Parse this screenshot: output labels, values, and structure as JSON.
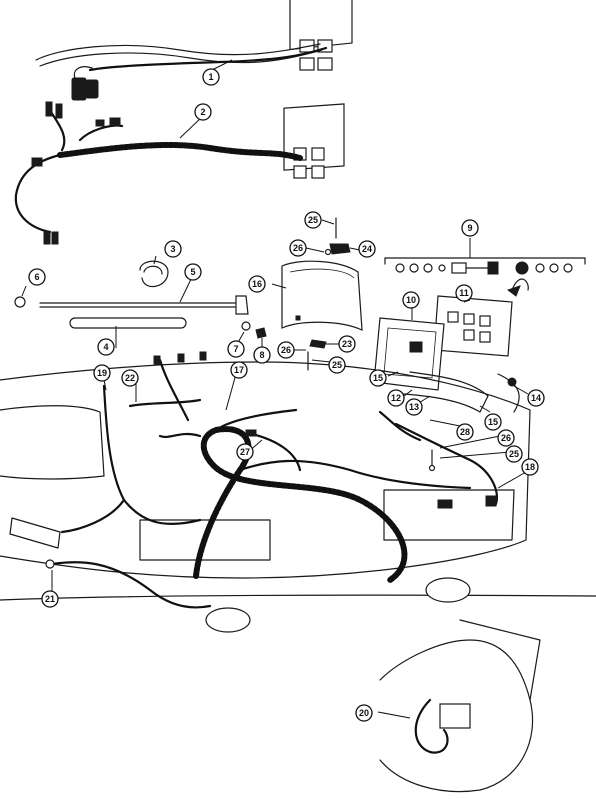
{
  "callouts": [
    {
      "id": "c1",
      "label": "1"
    },
    {
      "id": "c2",
      "label": "2"
    },
    {
      "id": "c3",
      "label": "3"
    },
    {
      "id": "c4",
      "label": "4"
    },
    {
      "id": "c5",
      "label": "5"
    },
    {
      "id": "c6",
      "label": "6"
    },
    {
      "id": "c7",
      "label": "7"
    },
    {
      "id": "c8",
      "label": "8"
    },
    {
      "id": "c9",
      "label": "9"
    },
    {
      "id": "c10",
      "label": "10"
    },
    {
      "id": "c11",
      "label": "11"
    },
    {
      "id": "c12",
      "label": "12"
    },
    {
      "id": "c13",
      "label": "13"
    },
    {
      "id": "c14",
      "label": "14"
    },
    {
      "id": "c15a",
      "label": "15"
    },
    {
      "id": "c15b",
      "label": "15"
    },
    {
      "id": "c16",
      "label": "16"
    },
    {
      "id": "c17",
      "label": "17"
    },
    {
      "id": "c18",
      "label": "18"
    },
    {
      "id": "c19",
      "label": "19"
    },
    {
      "id": "c20",
      "label": "20"
    },
    {
      "id": "c21",
      "label": "21"
    },
    {
      "id": "c22",
      "label": "22"
    },
    {
      "id": "c23",
      "label": "23"
    },
    {
      "id": "c24",
      "label": "24"
    },
    {
      "id": "c25a",
      "label": "25"
    },
    {
      "id": "c25b",
      "label": "25"
    },
    {
      "id": "c25c",
      "label": "25"
    },
    {
      "id": "c26a",
      "label": "26"
    },
    {
      "id": "c26b",
      "label": "26"
    },
    {
      "id": "c26c",
      "label": "26"
    },
    {
      "id": "c27",
      "label": "27"
    },
    {
      "id": "c28",
      "label": "28"
    }
  ]
}
